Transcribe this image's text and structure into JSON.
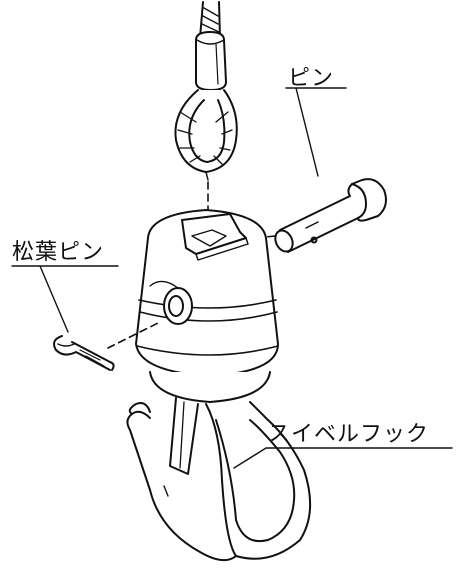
{
  "labels": {
    "pin": "ピン",
    "cotter_pin": "松葉ピン",
    "swivel_hook": "スイベルフック"
  },
  "style": {
    "line_color": "#111111",
    "background": "#ffffff"
  }
}
